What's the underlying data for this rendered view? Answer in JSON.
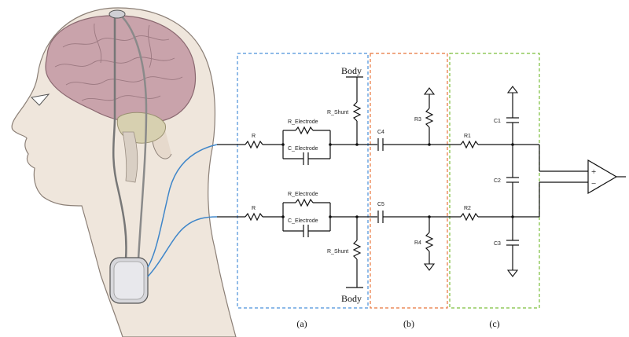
{
  "components": {
    "r_top": "R",
    "r_bottom": "R",
    "r_electrode_top": "R_Electrode",
    "r_electrode_bottom": "R_Electrode",
    "c_electrode_top": "C_Electrode",
    "c_electrode_bottom": "C_Electrode",
    "r_shunt_top": "R_Shunt",
    "r_shunt_bottom": "R_Shunt",
    "body_top": "Body",
    "body_bottom": "Body",
    "c4": "C4",
    "c5": "C5",
    "r3": "R3",
    "r4": "R4",
    "r1": "R1",
    "r2": "R2",
    "c1": "C1",
    "c2": "C2",
    "c3": "C3",
    "amp_plus": "+",
    "amp_minus": "−"
  },
  "sections": {
    "a": "(a)",
    "b": "(b)",
    "c": "(c)"
  },
  "colors": {
    "section_a_border": "#4a90d9",
    "section_b_border": "#e8743b",
    "section_c_border": "#7cbf3c",
    "lead_wire": "#3f86c9",
    "brain": "#c9a3ab",
    "head": "#efe6dc",
    "device": "#d7d7db"
  },
  "icons": {
    "head": "head-illustration",
    "brain": "brain-icon",
    "stimulator": "pulse-generator-icon",
    "amplifier": "differential-amplifier-icon"
  }
}
